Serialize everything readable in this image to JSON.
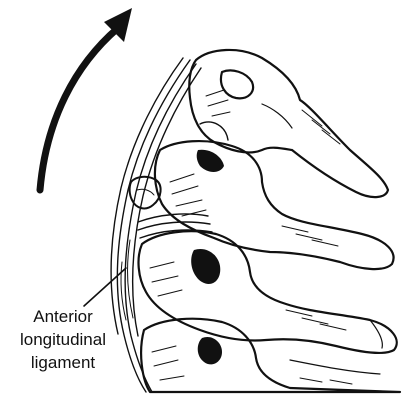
{
  "figure": {
    "annotation": {
      "lines": [
        "Anterior",
        "longitudinal",
        "ligament"
      ]
    },
    "colors": {
      "ink": "#111111",
      "paper": "#ffffff"
    },
    "arrow_direction": "up-right"
  }
}
